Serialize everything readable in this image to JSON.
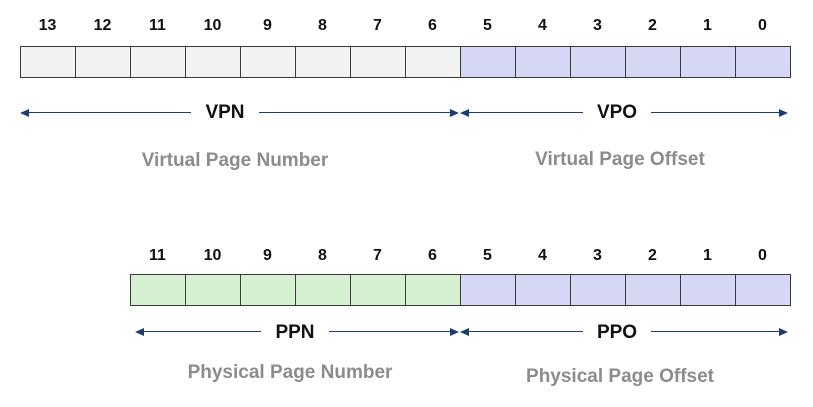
{
  "virtual": {
    "bits": [
      "13",
      "12",
      "11",
      "10",
      "9",
      "8",
      "7",
      "6",
      "5",
      "4",
      "3",
      "2",
      "1",
      "0"
    ],
    "high_label": "VPN",
    "low_label": "VPO",
    "high_caption": "Virtual Page Number",
    "low_caption": "Virtual Page Offset",
    "high_color": "#f2f2f2",
    "low_color": "#d6d6f5"
  },
  "physical": {
    "bits": [
      "11",
      "10",
      "9",
      "8",
      "7",
      "6",
      "5",
      "4",
      "3",
      "2",
      "1",
      "0"
    ],
    "high_label": "PPN",
    "low_label": "PPO",
    "high_caption": "Physical Page Number",
    "low_caption": "Physical Page Offset",
    "high_color": "#d5f0d0",
    "low_color": "#d6d6f5"
  },
  "colors": {
    "arrow": "#1f3b73",
    "caption": "#8c8c8c",
    "border": "#3a3a3a"
  }
}
